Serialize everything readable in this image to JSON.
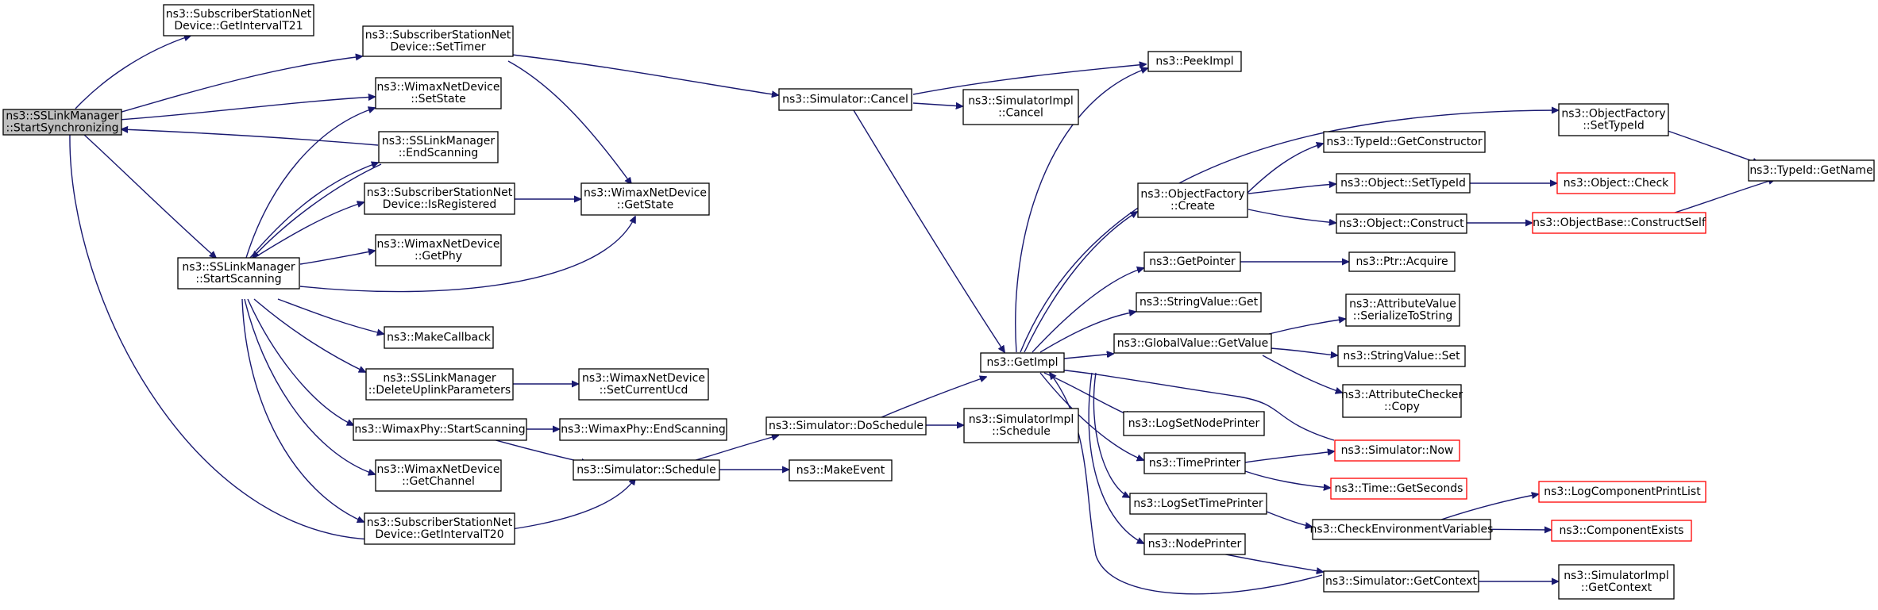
{
  "colors": {
    "edge": "#191970",
    "node_border": "#000000",
    "truncated_border": "#ff0000",
    "root_fill": "#bfbfbf"
  },
  "nodes": {
    "n_root": [
      "ns3::SSLinkManager",
      "::StartSynchronizing"
    ],
    "n_getIntervalT21": [
      "ns3::SubscriberStationNet",
      "Device::GetIntervalT21"
    ],
    "n_setTimer": [
      "ns3::SubscriberStationNet",
      "Device::SetTimer"
    ],
    "n_setState": [
      "ns3::WimaxNetDevice",
      "::SetState"
    ],
    "n_endScanning": [
      "ns3::SSLinkManager",
      "::EndScanning"
    ],
    "n_isRegistered": [
      "ns3::SubscriberStationNet",
      "Device::IsRegistered"
    ],
    "n_getPhy": [
      "ns3::WimaxNetDevice",
      "::GetPhy"
    ],
    "n_startScanning": [
      "ns3::SSLinkManager",
      "::StartScanning"
    ],
    "n_makeCallback": [
      "ns3::MakeCallback"
    ],
    "n_deleteUplink": [
      "ns3::SSLinkManager",
      "::DeleteUplinkParameters"
    ],
    "n_phyStartScanning": [
      "ns3::WimaxPhy::StartScanning"
    ],
    "n_getChannel": [
      "ns3::WimaxNetDevice",
      "::GetChannel"
    ],
    "n_getIntervalT20": [
      "ns3::SubscriberStationNet",
      "Device::GetIntervalT20"
    ],
    "n_getState": [
      "ns3::WimaxNetDevice",
      "::GetState"
    ],
    "n_setCurrentUcd": [
      "ns3::WimaxNetDevice",
      "::SetCurrentUcd"
    ],
    "n_phyEndScanning": [
      "ns3::WimaxPhy::EndScanning"
    ],
    "n_schedule": [
      "ns3::Simulator::Schedule"
    ],
    "n_cancel": [
      "ns3::Simulator::Cancel"
    ],
    "n_doSchedule": [
      "ns3::Simulator::DoSchedule"
    ],
    "n_makeEvent": [
      "ns3::MakeEvent"
    ],
    "n_implCancel": [
      "ns3::SimulatorImpl",
      "::Cancel"
    ],
    "n_implSchedule": [
      "ns3::SimulatorImpl",
      "::Schedule"
    ],
    "n_peekImpl": [
      "ns3::PeekImpl"
    ],
    "n_getImpl": [
      "ns3::GetImpl"
    ],
    "n_ofCreate": [
      "ns3::ObjectFactory",
      "::Create"
    ],
    "n_getPointer": [
      "ns3::GetPointer"
    ],
    "n_stringValueGet": [
      "ns3::StringValue::Get"
    ],
    "n_globalGetValue": [
      "ns3::GlobalValue::GetValue"
    ],
    "n_logSetNodePrinter": [
      "ns3::LogSetNodePrinter"
    ],
    "n_timePrinter": [
      "ns3::TimePrinter"
    ],
    "n_logSetTimePrinter": [
      "ns3::LogSetTimePrinter"
    ],
    "n_nodePrinter": [
      "ns3::NodePrinter"
    ],
    "n_ofSetTypeId": [
      "ns3::ObjectFactory",
      "::SetTypeId"
    ],
    "n_getConstructor": [
      "ns3::TypeId::GetConstructor"
    ],
    "n_objSetTypeId": [
      "ns3::Object::SetTypeId"
    ],
    "n_objConstruct": [
      "ns3::Object::Construct"
    ],
    "n_ptrAcquire": [
      "ns3::Ptr::Acquire"
    ],
    "n_serializeToString": [
      "ns3::AttributeValue",
      "::SerializeToString"
    ],
    "n_stringValueSet": [
      "ns3::StringValue::Set"
    ],
    "n_checkerCopy": [
      "ns3::AttributeChecker",
      "::Copy"
    ],
    "n_now": [
      "ns3::Simulator::Now"
    ],
    "n_getSeconds": [
      "ns3::Time::GetSeconds"
    ],
    "n_checkEnv": [
      "ns3::CheckEnvironmentVariables"
    ],
    "n_getContext": [
      "ns3::Simulator::GetContext"
    ],
    "n_objCheck": [
      "ns3::Object::Check"
    ],
    "n_constructSelf": [
      "ns3::ObjectBase::ConstructSelf"
    ],
    "n_logCompList": [
      "ns3::LogComponentPrintList"
    ],
    "n_compExists": [
      "ns3::ComponentExists"
    ],
    "n_implGetContext": [
      "ns3::SimulatorImpl",
      "::GetContext"
    ],
    "n_getName": [
      "ns3::TypeId::GetName"
    ]
  }
}
